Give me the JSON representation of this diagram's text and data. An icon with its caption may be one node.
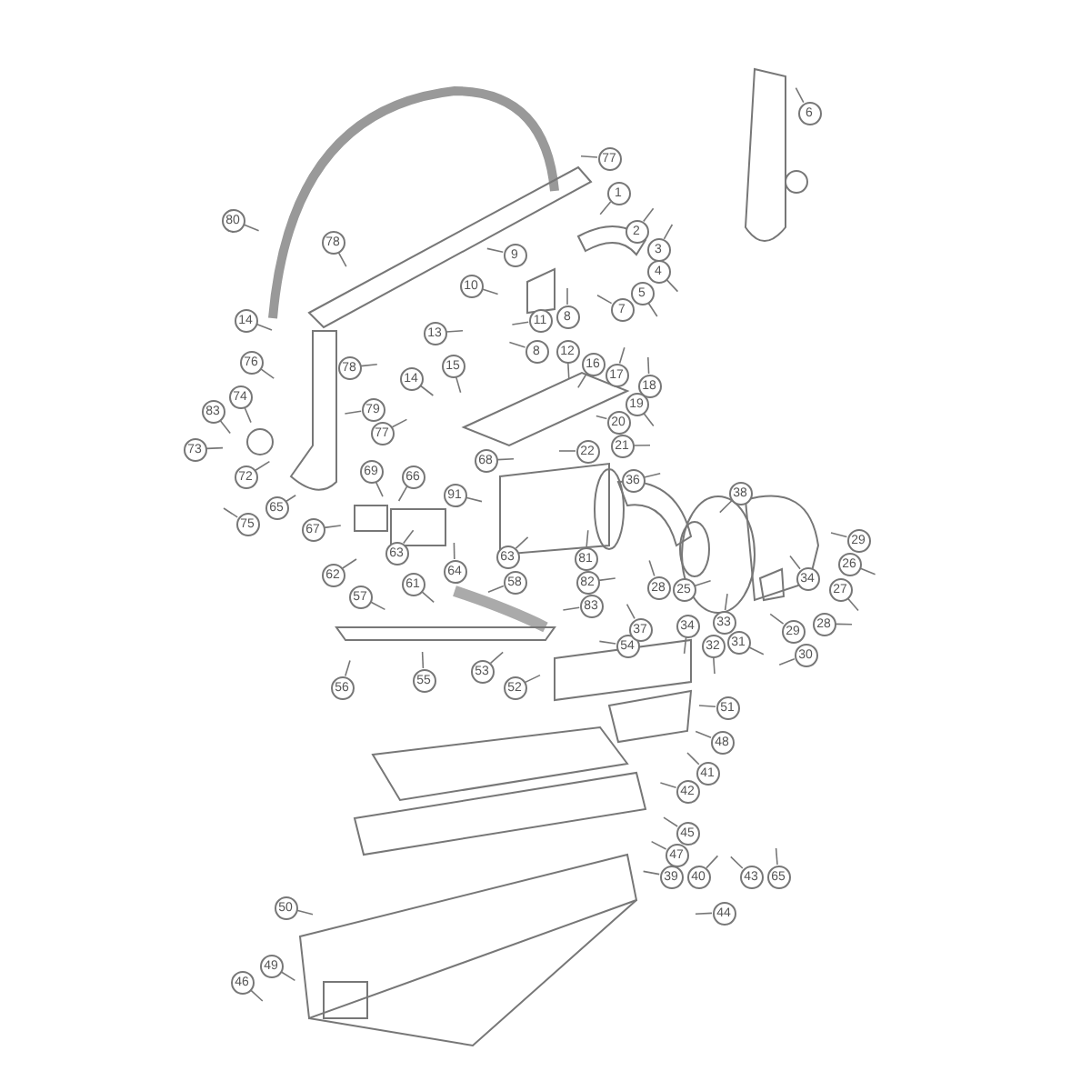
{
  "diagram": {
    "nodes": [
      {
        "text": [
          "80"
        ]
      },
      {
        "text": [
          "77"
        ]
      },
      {
        "text": [
          "1"
        ]
      },
      {
        "text": [
          "2"
        ]
      },
      {
        "text": [
          "3"
        ]
      },
      {
        "text": [
          "4"
        ]
      },
      {
        "text": [
          "5"
        ]
      },
      {
        "text": [
          "7"
        ]
      },
      {
        "text": [
          "6"
        ]
      },
      {
        "text": [
          "78"
        ]
      },
      {
        "text": [
          "9"
        ]
      },
      {
        "text": [
          "10"
        ]
      },
      {
        "text": [
          "11"
        ]
      },
      {
        "text": [
          "8"
        ]
      },
      {
        "text": [
          "12"
        ]
      },
      {
        "text": [
          "8"
        ]
      },
      {
        "text": [
          "13"
        ]
      },
      {
        "text": [
          "14"
        ]
      },
      {
        "text": [
          "76"
        ]
      },
      {
        "text": [
          "78"
        ]
      },
      {
        "text": [
          "79"
        ]
      },
      {
        "text": [
          "77"
        ]
      },
      {
        "text": [
          "74"
        ]
      },
      {
        "text": [
          "83"
        ]
      },
      {
        "text": [
          "73"
        ]
      },
      {
        "text": [
          "72"
        ]
      },
      {
        "text": [
          "75"
        ]
      },
      {
        "text": [
          "14"
        ]
      },
      {
        "text": [
          "15"
        ]
      },
      {
        "text": [
          "16"
        ]
      },
      {
        "text": [
          "17"
        ]
      },
      {
        "text": [
          "18"
        ]
      },
      {
        "text": [
          "19"
        ]
      },
      {
        "text": [
          "20"
        ]
      },
      {
        "text": [
          "21"
        ]
      },
      {
        "text": [
          "22"
        ]
      },
      {
        "text": [
          "68"
        ]
      },
      {
        "text": [
          "69"
        ]
      },
      {
        "text": [
          "65"
        ]
      },
      {
        "text": [
          "91"
        ]
      },
      {
        "text": [
          "67"
        ]
      },
      {
        "text": [
          "66"
        ]
      },
      {
        "text": [
          "63"
        ]
      },
      {
        "text": [
          "63"
        ]
      },
      {
        "text": [
          "62"
        ]
      },
      {
        "text": [
          "61"
        ]
      },
      {
        "text": [
          "64"
        ]
      },
      {
        "text": [
          "58"
        ]
      },
      {
        "text": [
          "57"
        ]
      },
      {
        "text": [
          "56"
        ]
      },
      {
        "text": [
          "55"
        ]
      },
      {
        "text": [
          "53"
        ]
      },
      {
        "text": [
          "52"
        ]
      },
      {
        "text": [
          "54"
        ]
      },
      {
        "text": [
          "36"
        ]
      },
      {
        "text": [
          "81"
        ]
      },
      {
        "text": [
          "82"
        ]
      },
      {
        "text": [
          "83"
        ]
      },
      {
        "text": [
          "28"
        ]
      },
      {
        "text": [
          "37"
        ]
      },
      {
        "text": [
          "25"
        ]
      },
      {
        "text": [
          "34"
        ]
      },
      {
        "text": [
          "33"
        ]
      },
      {
        "text": [
          "32"
        ]
      },
      {
        "text": [
          "31"
        ]
      },
      {
        "text": [
          "38"
        ]
      },
      {
        "text": [
          "29"
        ]
      },
      {
        "text": [
          "26"
        ]
      },
      {
        "text": [
          "34"
        ]
      },
      {
        "text": [
          "27"
        ]
      },
      {
        "text": [
          "28"
        ]
      },
      {
        "text": [
          "29"
        ]
      },
      {
        "text": [
          "30"
        ]
      },
      {
        "text": [
          "51"
        ]
      },
      {
        "text": [
          "48"
        ]
      },
      {
        "text": [
          "41"
        ]
      },
      {
        "text": [
          "42"
        ]
      },
      {
        "text": [
          "45"
        ]
      },
      {
        "text": [
          "47"
        ]
      },
      {
        "text": [
          "39"
        ]
      },
      {
        "text": [
          "40"
        ]
      },
      {
        "text": [
          "43"
        ]
      },
      {
        "text": [
          "65"
        ]
      },
      {
        "text": [
          "44"
        ]
      },
      {
        "text": [
          "50"
        ]
      },
      {
        "text": [
          "49"
        ]
      },
      {
        "text": [
          "46"
        ]
      }
    ],
    "edges": [
      {
        "from": 0,
        "to": null,
        "arrow": "none"
      },
      {
        "from": 1,
        "to": null,
        "arrow": "none"
      },
      {
        "from": 2,
        "to": null,
        "arrow": "none"
      },
      {
        "from": 3,
        "to": null,
        "arrow": "none"
      },
      {
        "from": 4,
        "to": null,
        "arrow": "none"
      },
      {
        "from": 5,
        "to": null,
        "arrow": "none"
      },
      {
        "from": 6,
        "to": null,
        "arrow": "none"
      },
      {
        "from": 7,
        "to": null,
        "arrow": "none"
      },
      {
        "from": 8,
        "to": null,
        "arrow": "none"
      },
      {
        "from": 9,
        "to": null,
        "arrow": "none"
      },
      {
        "from": 10,
        "to": null,
        "arrow": "none"
      },
      {
        "from": 11,
        "to": null,
        "arrow": "none"
      },
      {
        "from": 12,
        "to": null,
        "arrow": "none"
      },
      {
        "from": 13,
        "to": null,
        "arrow": "none"
      },
      {
        "from": 14,
        "to": null,
        "arrow": "none"
      },
      {
        "from": 15,
        "to": null,
        "arrow": "none"
      },
      {
        "from": 16,
        "to": null,
        "arrow": "none"
      },
      {
        "from": 17,
        "to": null,
        "arrow": "none"
      },
      {
        "from": 18,
        "to": null,
        "arrow": "none"
      },
      {
        "from": 19,
        "to": null,
        "arrow": "none"
      },
      {
        "from": 20,
        "to": null,
        "arrow": "none"
      },
      {
        "from": 21,
        "to": null,
        "arrow": "none"
      },
      {
        "from": 22,
        "to": null,
        "arrow": "none"
      },
      {
        "from": 23,
        "to": null,
        "arrow": "none"
      },
      {
        "from": 24,
        "to": null,
        "arrow": "none"
      },
      {
        "from": 25,
        "to": null,
        "arrow": "none"
      },
      {
        "from": 26,
        "to": null,
        "arrow": "none"
      },
      {
        "from": 27,
        "to": null,
        "arrow": "none"
      },
      {
        "from": 28,
        "to": null,
        "arrow": "none"
      },
      {
        "from": 29,
        "to": null,
        "arrow": "none"
      },
      {
        "from": 30,
        "to": null,
        "arrow": "none"
      },
      {
        "from": 31,
        "to": null,
        "arrow": "none"
      },
      {
        "from": 32,
        "to": null,
        "arrow": "none"
      },
      {
        "from": 33,
        "to": null,
        "arrow": "none"
      },
      {
        "from": 34,
        "to": null,
        "arrow": "none"
      },
      {
        "from": 35,
        "to": null,
        "arrow": "none"
      },
      {
        "from": 36,
        "to": null,
        "arrow": "none"
      },
      {
        "from": 37,
        "to": null,
        "arrow": "none"
      },
      {
        "from": 38,
        "to": null,
        "arrow": "none"
      },
      {
        "from": 39,
        "to": null,
        "arrow": "none"
      },
      {
        "from": 40,
        "to": null,
        "arrow": "none"
      },
      {
        "from": 41,
        "to": null,
        "arrow": "none"
      },
      {
        "from": 42,
        "to": null,
        "arrow": "none"
      },
      {
        "from": 43,
        "to": null,
        "arrow": "none"
      },
      {
        "from": 44,
        "to": null,
        "arrow": "none"
      },
      {
        "from": 45,
        "to": null,
        "arrow": "none"
      },
      {
        "from": 46,
        "to": null,
        "arrow": "none"
      },
      {
        "from": 47,
        "to": null,
        "arrow": "none"
      },
      {
        "from": 48,
        "to": null,
        "arrow": "none"
      },
      {
        "from": 49,
        "to": null,
        "arrow": "none"
      },
      {
        "from": 50,
        "to": null,
        "arrow": "none"
      },
      {
        "from": 51,
        "to": null,
        "arrow": "none"
      },
      {
        "from": 52,
        "to": null,
        "arrow": "none"
      },
      {
        "from": 53,
        "to": null,
        "arrow": "none"
      },
      {
        "from": 54,
        "to": null,
        "arrow": "none"
      },
      {
        "from": 55,
        "to": null,
        "arrow": "none"
      },
      {
        "from": 56,
        "to": null,
        "arrow": "none"
      },
      {
        "from": 57,
        "to": null,
        "arrow": "none"
      },
      {
        "from": 58,
        "to": null,
        "arrow": "none"
      },
      {
        "from": 59,
        "to": null,
        "arrow": "none"
      },
      {
        "from": 60,
        "to": null,
        "arrow": "none"
      },
      {
        "from": 61,
        "to": null,
        "arrow": "none"
      },
      {
        "from": 62,
        "to": null,
        "arrow": "none"
      },
      {
        "from": 63,
        "to": null,
        "arrow": "none"
      },
      {
        "from": 64,
        "to": null,
        "arrow": "none"
      },
      {
        "from": 65,
        "to": null,
        "arrow": "none"
      },
      {
        "from": 66,
        "to": null,
        "arrow": "none"
      },
      {
        "from": 67,
        "to": null,
        "arrow": "none"
      },
      {
        "from": 68,
        "to": null,
        "arrow": "none"
      },
      {
        "from": 69,
        "to": null,
        "arrow": "none"
      },
      {
        "from": 70,
        "to": null,
        "arrow": "none"
      },
      {
        "from": 71,
        "to": null,
        "arrow": "none"
      },
      {
        "from": 72,
        "to": null,
        "arrow": "none"
      },
      {
        "from": 73,
        "to": null,
        "arrow": "none"
      },
      {
        "from": 74,
        "to": null,
        "arrow": "none"
      },
      {
        "from": 75,
        "to": null,
        "arrow": "none"
      },
      {
        "from": 76,
        "to": null,
        "arrow": "none"
      },
      {
        "from": 77,
        "to": null,
        "arrow": "none"
      },
      {
        "from": 78,
        "to": null,
        "arrow": "none"
      },
      {
        "from": 79,
        "to": null,
        "arrow": "none"
      },
      {
        "from": 80,
        "to": null,
        "arrow": "none"
      },
      {
        "from": 81,
        "to": null,
        "arrow": "none"
      },
      {
        "from": 82,
        "to": null,
        "arrow": "none"
      },
      {
        "from": 83,
        "to": null,
        "arrow": "none"
      },
      {
        "from": 84,
        "to": null,
        "arrow": "none"
      },
      {
        "from": 85,
        "to": null,
        "arrow": "none"
      },
      {
        "from": 86,
        "to": null,
        "arrow": "none"
      }
    ]
  }
}
